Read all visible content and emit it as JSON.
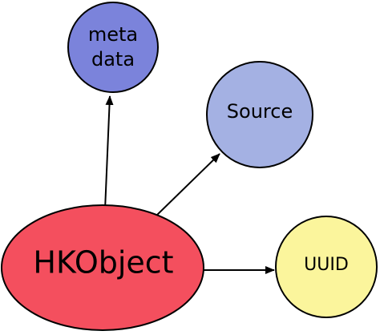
{
  "nodes": {
    "hkobject": {
      "label": "HKObject",
      "fill": "#f44f5e"
    },
    "metadata": {
      "label_line1": "meta",
      "label_line2": "data",
      "fill": "#7b83db"
    },
    "source": {
      "label": "Source",
      "fill": "#a4b1e3"
    },
    "uuid": {
      "label": "UUID",
      "fill": "#fbf59c"
    }
  },
  "edges": [
    {
      "from": "HKObject",
      "to": "meta data"
    },
    {
      "from": "HKObject",
      "to": "Source"
    },
    {
      "from": "HKObject",
      "to": "UUID"
    }
  ]
}
